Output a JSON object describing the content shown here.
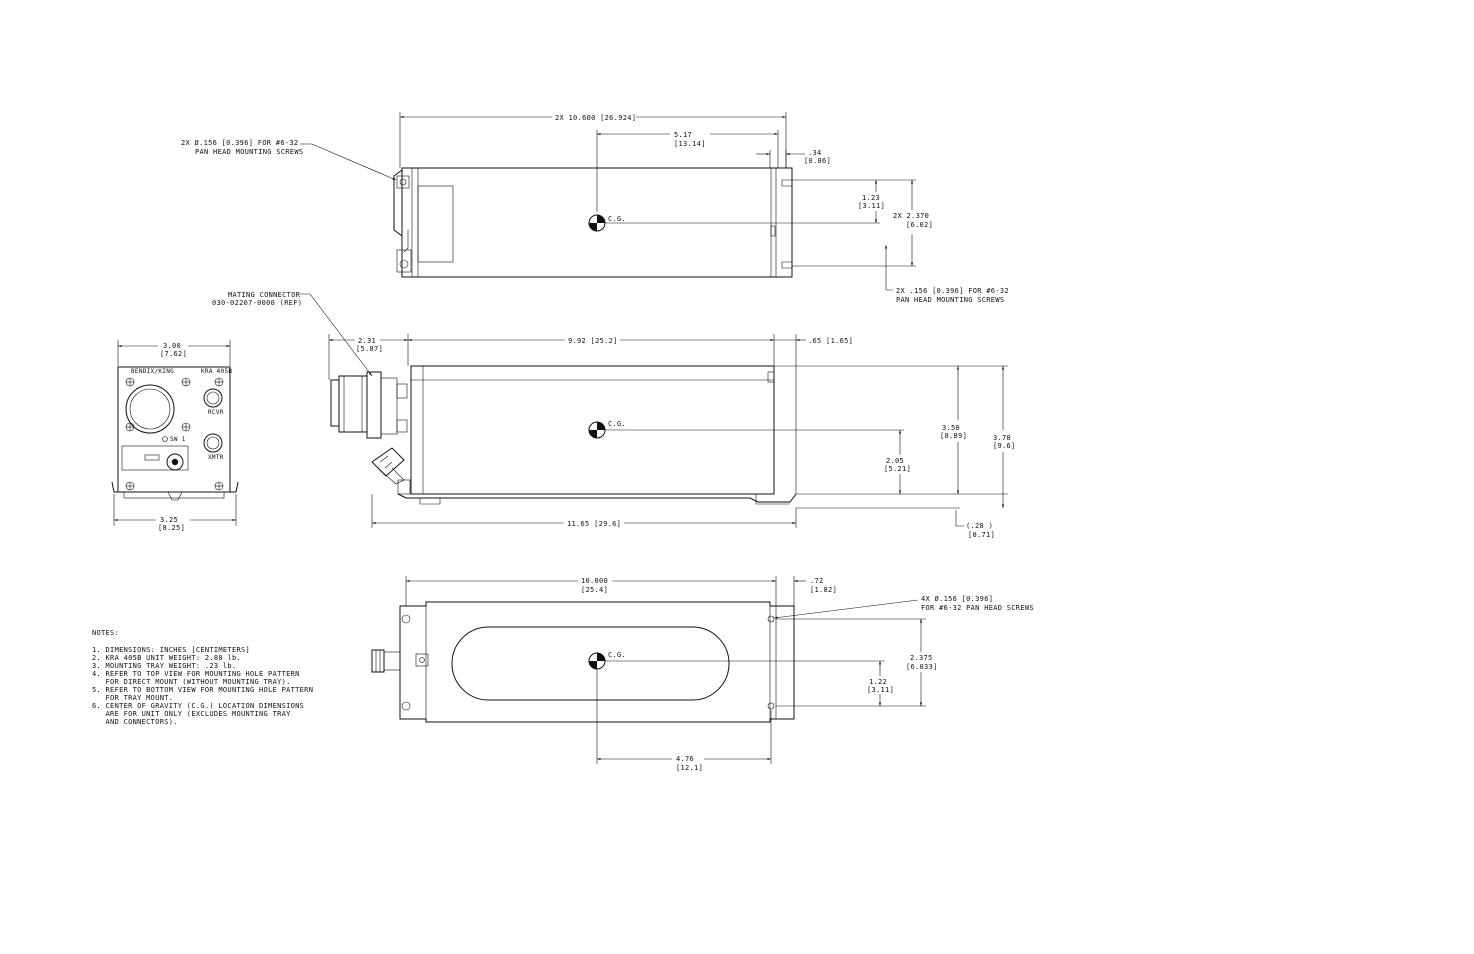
{
  "top_view": {
    "overall": "2X 10.600 [26.924]",
    "cg_x": [
      "5.17",
      "[13.14]"
    ],
    "slot_offset": [
      ".34",
      "[0.86]"
    ],
    "cg_y": [
      "1.23",
      "[3.11]"
    ],
    "hole_spacing": [
      "2X 2.370",
      "[6.02]"
    ],
    "cg_label": "C.G.",
    "screw_note_left": [
      "2X Ø.156 [0.396] FOR #6-32",
      "PAN HEAD MOUNTING SCREWS"
    ],
    "screw_note_right": [
      "2X .156 [0.396] FOR #6-32",
      "PAN HEAD MOUNTING SCREWS"
    ]
  },
  "front_view": {
    "width_top": [
      "3.00",
      "[7.62]"
    ],
    "width_bottom": [
      "3.25",
      "[8.25]"
    ],
    "brand": "BENDIX/KING",
    "model": "KRA 405B",
    "rcvr": "RCVR",
    "xmtr": "XMTR",
    "switch": "SW 1"
  },
  "side_view": {
    "connector_note": [
      "MATING CONNECTOR",
      "030-02207-0000 (REF)"
    ],
    "connector_len": [
      "2.31",
      "[5.87]"
    ],
    "body_len": "9.92 [25.2]",
    "rear_ext": ".65 [1.65]",
    "height": [
      "3.50",
      "[8.89]"
    ],
    "overall_height": [
      "3.78",
      "[9.6]"
    ],
    "cg_height": [
      "2.05",
      "[5.21]"
    ],
    "tray_offset": [
      "(.28  )",
      "[0.71]"
    ],
    "overall_len": "11.65 [29.6]",
    "cg_label": "C.G."
  },
  "bottom_view": {
    "length": [
      "10.000",
      "[25.4]"
    ],
    "rear_ext": [
      ".72",
      "[1.82]"
    ],
    "screw_note": [
      "4X Ø.156 [0.396]",
      "FOR #6-32 PAN HEAD SCREWS"
    ],
    "hole_spacing": [
      "2.375",
      "[6.033]"
    ],
    "cg_y": [
      "1.22",
      "[3.11]"
    ],
    "cg_x": [
      "4.76",
      "[12.1]"
    ],
    "cg_label": "C.G."
  },
  "notes": {
    "title": "NOTES:",
    "lines": [
      "1. DIMENSIONS: INCHES [CENTIMETERS]",
      "2. KRA 405B UNIT WEIGHT: 2.80 lb.",
      "3. MOUNTING TRAY WEIGHT: .23 lb.",
      "4. REFER TO TOP VIEW FOR MOUNTING HOLE PATTERN",
      "   FOR DIRECT MOUNT (WITHOUT MOUNTING TRAY).",
      "5. REFER TO BOTTOM VIEW FOR MOUNTING HOLE PATTERN",
      "   FOR TRAY MOUNT.",
      "6. CENTER OF GRAVITY (C.G.) LOCATION DIMENSIONS",
      "   ARE FOR UNIT ONLY (EXCLUDES MOUNTING TRAY",
      "   AND CONNECTORS)."
    ]
  }
}
